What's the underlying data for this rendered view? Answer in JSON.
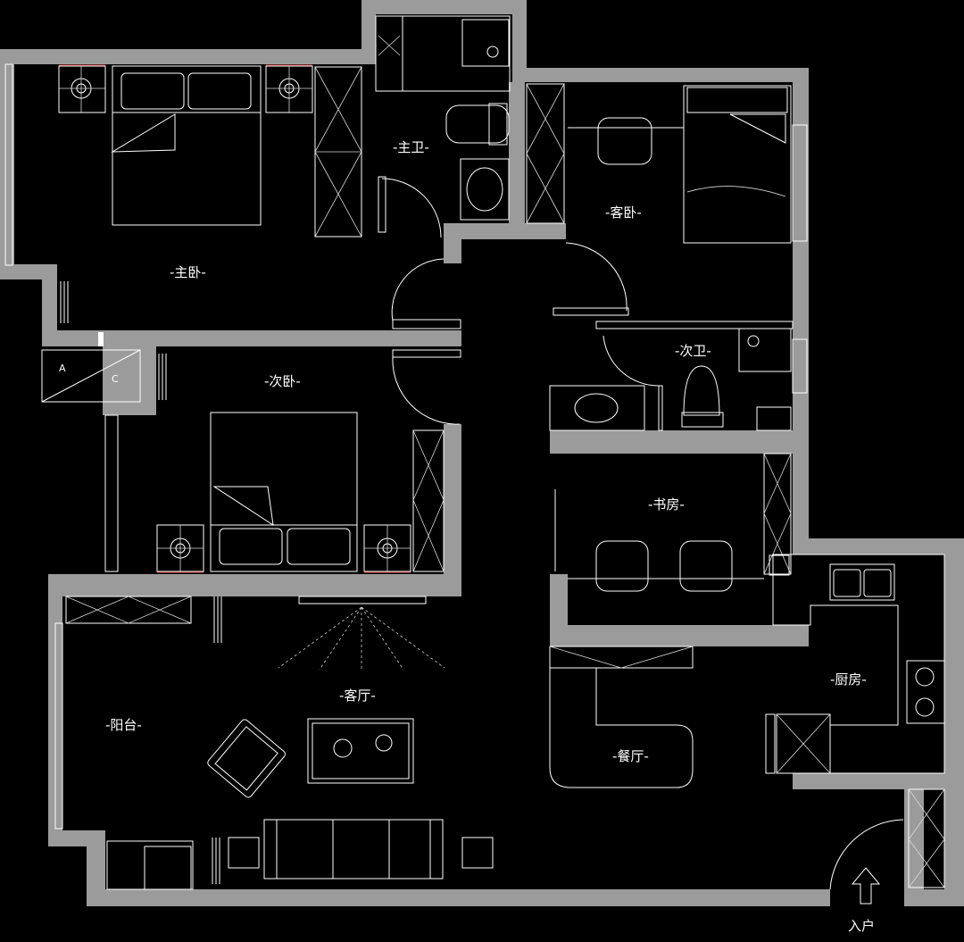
{
  "rooms": {
    "master_bedroom": "-主卧-",
    "master_bath": "-主卫-",
    "guest_bedroom": "-客卧-",
    "second_bedroom": "-次卧-",
    "second_bath": "-次卫-",
    "study": "-书房-",
    "living_room": "-客厅-",
    "balcony": "-阳台-",
    "kitchen": "-厨房-",
    "dining_room": "-餐厅-"
  },
  "entrance": {
    "label": "入户"
  },
  "markers": {
    "ac_upper": "A",
    "ac_lower": "C"
  },
  "colors": {
    "background": "#000000",
    "wall": "#9b9b9b",
    "line": "#ffffff",
    "accent": "#d23a3a"
  }
}
